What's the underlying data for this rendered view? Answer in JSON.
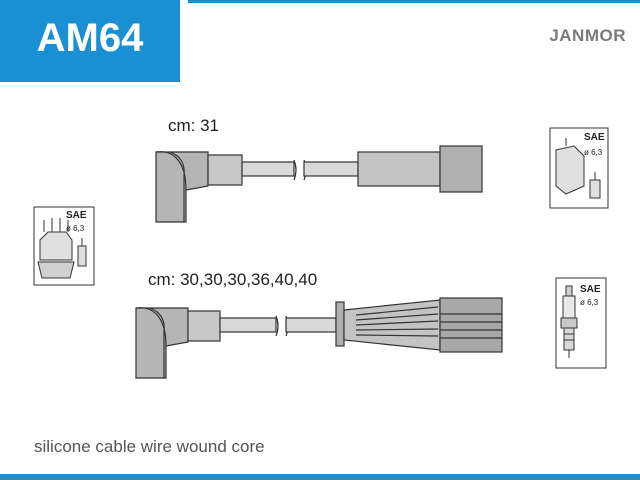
{
  "header": {
    "part_number": "AM64",
    "brand": "JANMOR"
  },
  "cables": {
    "top_length_label": "cm: 31",
    "bottom_length_label": "cm: 30,30,30,36,40,40"
  },
  "terminals": {
    "left_label": "SAE",
    "left_diameter": "ø 6,3",
    "top_right_label": "SAE",
    "top_right_diameter": "ø 6,3",
    "bottom_right_label": "SAE",
    "bottom_right_diameter": "ø 6,3"
  },
  "footer": {
    "description": "silicone cable wire wound core"
  },
  "colors": {
    "accent_blue": "#1a8fd4"
  }
}
